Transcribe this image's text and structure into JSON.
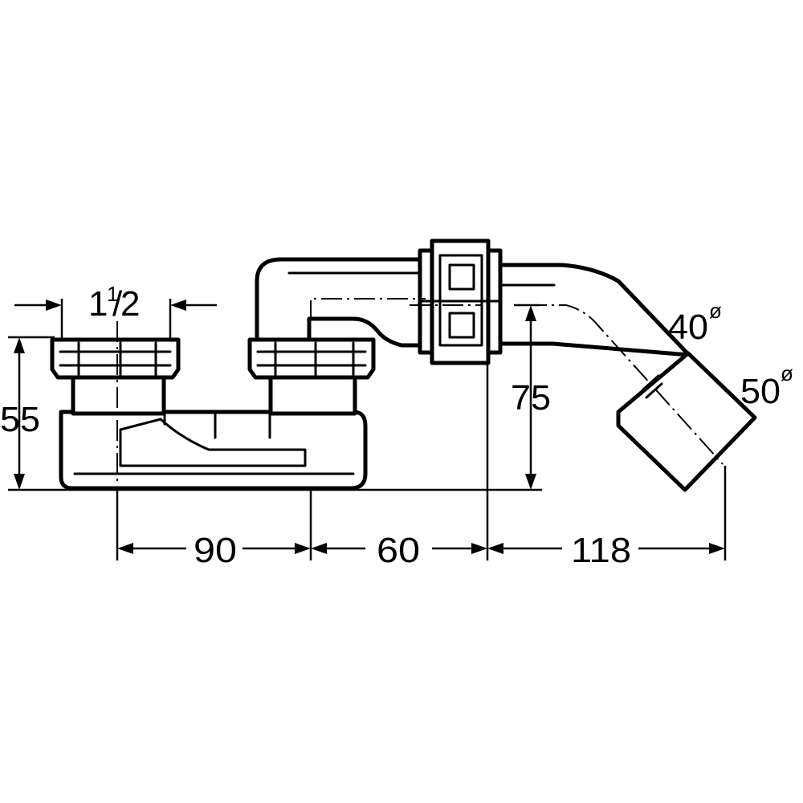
{
  "dimensions": {
    "height_left": "55",
    "thread_whole": "1",
    "thread_num": "1",
    "thread_den": "2",
    "dist_a": "90",
    "dist_b": "60",
    "dist_c": "118",
    "height_right": "75",
    "dia_inner": "40",
    "dia_outer": "50",
    "dia_symbol": "ø"
  },
  "colors": {
    "line": "#000000",
    "background": "#ffffff"
  }
}
